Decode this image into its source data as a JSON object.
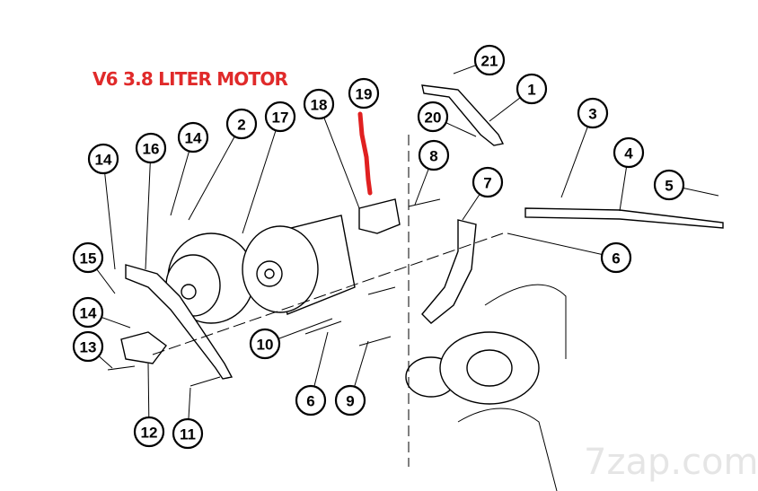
{
  "title": "V6 3.8 LITER MOTOR",
  "title_color": "#e02a2a",
  "watermark": "7zap.com",
  "callouts": [
    "21",
    "1",
    "20",
    "19",
    "18",
    "17",
    "2",
    "14",
    "16",
    "14",
    "3",
    "8",
    "7",
    "4",
    "5",
    "6",
    "15",
    "14",
    "13",
    "10",
    "6",
    "9",
    "12",
    "11"
  ]
}
